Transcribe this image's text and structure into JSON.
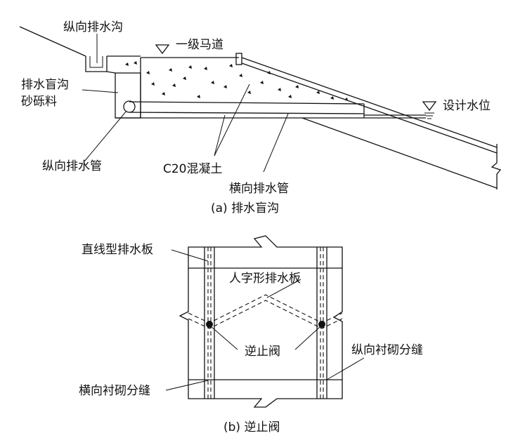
{
  "figure_a": {
    "caption": "(a)  排水盲沟",
    "labels": {
      "longitudinal_ditch": "纵向排水沟",
      "first_berm": "一级马道",
      "blind_ditch_gravel_line1": "排水盲沟",
      "blind_ditch_gravel_line2": "砂砾料",
      "design_water_level": "设计水位",
      "longitudinal_pipe": "纵向排水管",
      "concrete": "C20混凝土",
      "transverse_pipe": "横向排水管"
    }
  },
  "figure_b": {
    "caption": "(b)  逆止阀",
    "labels": {
      "straight_drain_board": "直线型排水板",
      "herringbone_drain_board": "人字形排水板",
      "check_valve": "逆止阀",
      "longitudinal_joint": "纵向衬砌分缝",
      "transverse_joint": "横向衬砌分缝"
    }
  }
}
